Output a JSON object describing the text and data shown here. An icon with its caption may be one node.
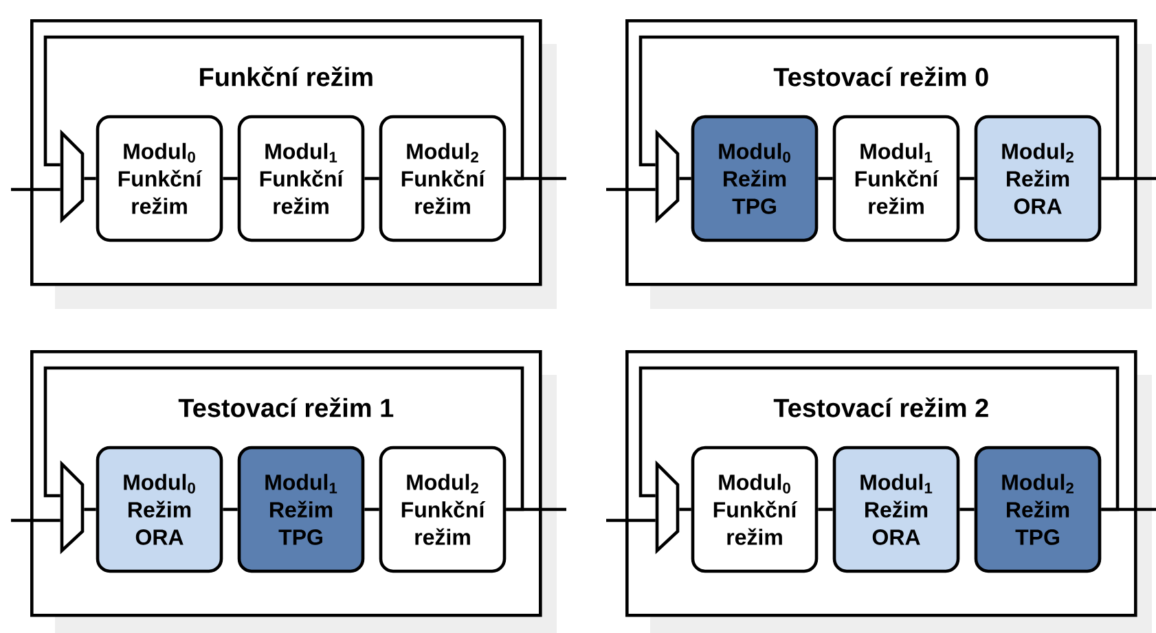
{
  "diagram": {
    "nodes": [
      {
        "text": [
          "Funkční režim"
        ]
      },
      {
        "text": [],
        "shape": "trapezoid",
        "in": 0
      },
      {
        "text": [
          "Modul$_{0}$ Funkční režim"
        ],
        "in": 0
      },
      {
        "text": [
          "Modul$_{1}$ Funkční režim"
        ],
        "in": 0
      },
      {
        "text": [
          "Modul$_{2}$ Funkční režim"
        ],
        "in": 0
      },
      {
        "text": [
          "Testovací režim 0"
        ]
      },
      {
        "text": [],
        "shape": "trapezoid",
        "in": 5
      },
      {
        "text": [
          "Modul$_{0}$ Režim TPG"
        ],
        "in": 5
      },
      {
        "text": [
          "Modul$_{1}$ Funkční režim"
        ],
        "in": 5
      },
      {
        "text": [
          "Modul$_{2}$ Režim ORA"
        ],
        "in": 5
      },
      {
        "text": [
          "Testovací režim 1"
        ]
      },
      {
        "text": [],
        "shape": "trapezoid",
        "in": 10
      },
      {
        "text": [
          "Modul$_{0}$ Režim ORA"
        ],
        "in": 10
      },
      {
        "text": [
          "Modul$_{1}$ Režim TPG"
        ],
        "in": 10
      },
      {
        "text": [
          "Modul$_{2}$ Funkční režim"
        ],
        "in": 10
      },
      {
        "text": [
          "Testovací režim 2"
        ]
      },
      {
        "text": [],
        "shape": "trapezoid",
        "in": 15
      },
      {
        "text": [
          "Modul$_{0}$ Funkční režim"
        ],
        "in": 15
      },
      {
        "text": [
          "Modul$_{1}$ Režim ORA"
        ],
        "in": 15
      },
      {
        "text": [
          "Modul$_{2}$ Režim TPG"
        ],
        "in": 15
      }
    ],
    "edges": [
      {
        "from": null,
        "to": 1,
        "arrow": "none"
      },
      {
        "from": 1,
        "to": 2,
        "arrow": "none"
      },
      {
        "from": 2,
        "to": 3,
        "arrow": "none"
      },
      {
        "from": 3,
        "to": 4,
        "arrow": "none"
      },
      {
        "from": 4,
        "to": null,
        "arrow": "none"
      },
      {
        "from": 4,
        "to": 1,
        "arrow": "none"
      },
      {
        "from": null,
        "to": 6,
        "arrow": "none"
      },
      {
        "from": 6,
        "to": 7,
        "arrow": "none"
      },
      {
        "from": 7,
        "to": 8,
        "arrow": "none"
      },
      {
        "from": 8,
        "to": 9,
        "arrow": "none"
      },
      {
        "from": 9,
        "to": null,
        "arrow": "none"
      },
      {
        "from": 9,
        "to": 6,
        "arrow": "none"
      },
      {
        "from": null,
        "to": 11,
        "arrow": "none"
      },
      {
        "from": 11,
        "to": 12,
        "arrow": "none"
      },
      {
        "from": 12,
        "to": 13,
        "arrow": "none"
      },
      {
        "from": 13,
        "to": 14,
        "arrow": "none"
      },
      {
        "from": 14,
        "to": null,
        "arrow": "none"
      },
      {
        "from": 14,
        "to": 11,
        "arrow": "none"
      },
      {
        "from": null,
        "to": 16,
        "arrow": "none"
      },
      {
        "from": 16,
        "to": 17,
        "arrow": "none"
      },
      {
        "from": 17,
        "to": 18,
        "arrow": "none"
      },
      {
        "from": 18,
        "to": 19,
        "arrow": "none"
      },
      {
        "from": 19,
        "to": null,
        "arrow": "none"
      },
      {
        "from": 19,
        "to": 16,
        "arrow": "none"
      }
    ]
  }
}
